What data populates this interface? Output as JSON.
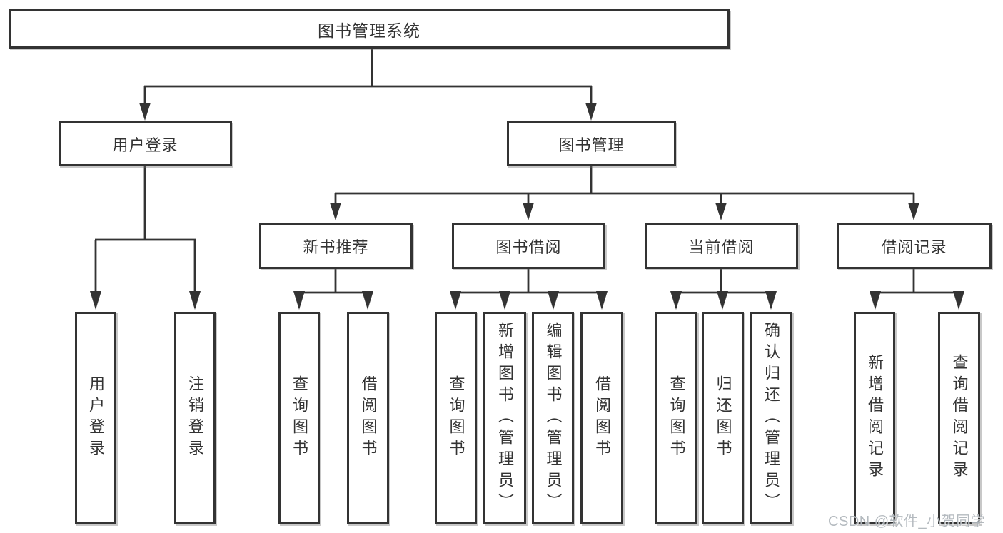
{
  "colors": {
    "line": "#333333",
    "box_border": "#333333",
    "box_fill": "#ffffff",
    "text": "#333333",
    "watermark": "#aeb4ba"
  },
  "watermark": {
    "text": "CSDN @软件_小贺同学"
  },
  "diagram": {
    "type": "hierarchy-tree",
    "root": {
      "label": "图书管理系统"
    },
    "branches": [
      {
        "label": "用户登录",
        "children": [
          {
            "label": "用户登录"
          },
          {
            "label": "注销登录"
          }
        ]
      },
      {
        "label": "图书管理",
        "children": [
          {
            "label": "新书推荐",
            "children": [
              {
                "label": "查询图书"
              },
              {
                "label": "借阅图书"
              }
            ]
          },
          {
            "label": "图书借阅",
            "children": [
              {
                "label": "查询图书"
              },
              {
                "label": "新增图书（管理员）"
              },
              {
                "label": "编辑图书（管理员）"
              },
              {
                "label": "借阅图书"
              }
            ]
          },
          {
            "label": "当前借阅",
            "children": [
              {
                "label": "查询图书"
              },
              {
                "label": "归还图书"
              },
              {
                "label": "确认归还（管理员）"
              }
            ]
          },
          {
            "label": "借阅记录",
            "children": [
              {
                "label": "新增借阅记录"
              },
              {
                "label": "查询借阅记录"
              }
            ]
          }
        ]
      }
    ]
  }
}
